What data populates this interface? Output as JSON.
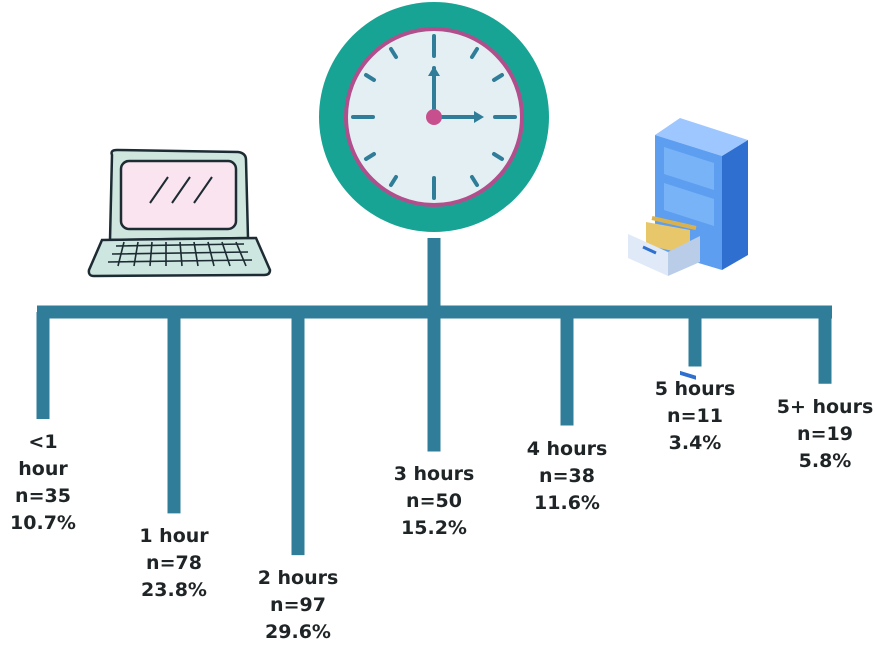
{
  "chart_data": {
    "type": "bar",
    "orientation": "hanging-timeline",
    "categories": [
      "<1 hour",
      "1 hour",
      "2 hours",
      "3 hours",
      "4 hours",
      "5 hours",
      "5+ hours"
    ],
    "category_lines": [
      [
        "<1",
        "hour"
      ],
      [
        "1 hour"
      ],
      [
        "2 hours"
      ],
      [
        "3 hours"
      ],
      [
        "4 hours"
      ],
      [
        "5 hours"
      ],
      [
        "5+ hours"
      ]
    ],
    "counts": [
      "n=35",
      "n=78",
      "n=97",
      "n=50",
      "n=38",
      "n=11",
      "n=19"
    ],
    "percents": [
      "10.7%",
      "23.8%",
      "29.6%",
      "15.2%",
      "11.6%",
      "3.4%",
      "5.8%"
    ],
    "values": [
      10.7,
      23.8,
      29.6,
      15.2,
      11.6,
      3.4,
      5.8
    ],
    "n": [
      35,
      78,
      97,
      50,
      38,
      11,
      19
    ],
    "title": "",
    "xlabel": "",
    "ylabel": "",
    "colors": {
      "bar": "#2f7d98",
      "clock_ring": "#19a595",
      "clock_face": "#e3eff2",
      "clock_accent": "#b04f8c",
      "laptop_screen": "#f9e3ee",
      "laptop_body": "#cde6df",
      "cabinet": "#5f9ff0"
    },
    "icons": [
      "laptop-icon",
      "wall-clock-icon",
      "file-cabinet-icon"
    ]
  }
}
